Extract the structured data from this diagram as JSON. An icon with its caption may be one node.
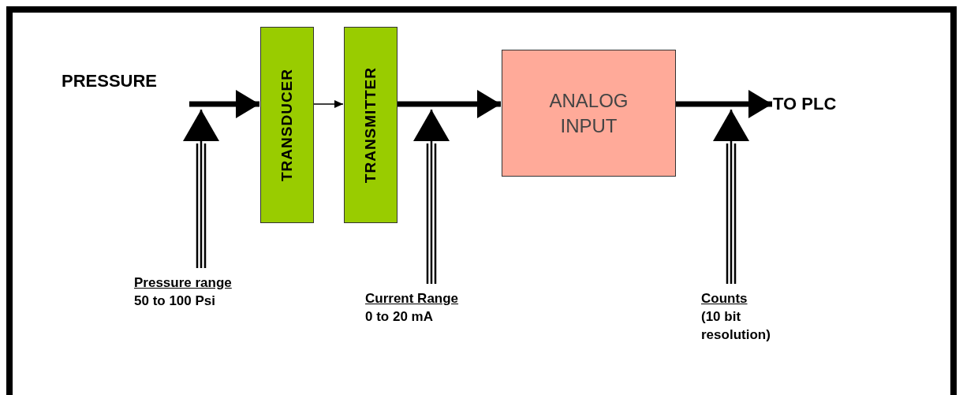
{
  "diagram": {
    "nodes": [
      {
        "text": [
          "PRESSURE"
        ]
      },
      {
        "text": [
          "TRANSDUCER"
        ]
      },
      {
        "text": [
          "TRANSMITTER"
        ]
      },
      {
        "text": [
          "ANALOG INPUT"
        ]
      },
      {
        "text": [
          "TO PLC"
        ]
      },
      {
        "text": [
          "Pressure range",
          "50 to 100 Psi"
        ]
      },
      {
        "text": [
          "Current Range",
          "0 to 20 mA"
        ]
      },
      {
        "text": [
          "Counts",
          "(10 bit resolution)"
        ]
      }
    ],
    "edges": [
      {
        "from": 0,
        "to": 1,
        "arrow": "to",
        "style": "thick"
      },
      {
        "from": 1,
        "to": 2,
        "arrow": "to"
      },
      {
        "from": 2,
        "to": 3,
        "arrow": "to",
        "style": "thick"
      },
      {
        "from": 3,
        "to": 4,
        "arrow": "to",
        "style": "thick"
      },
      {
        "from": 5,
        "to": null,
        "arrow": "to"
      },
      {
        "from": 6,
        "to": null,
        "arrow": "to"
      },
      {
        "from": 7,
        "to": null,
        "arrow": "to"
      }
    ]
  }
}
